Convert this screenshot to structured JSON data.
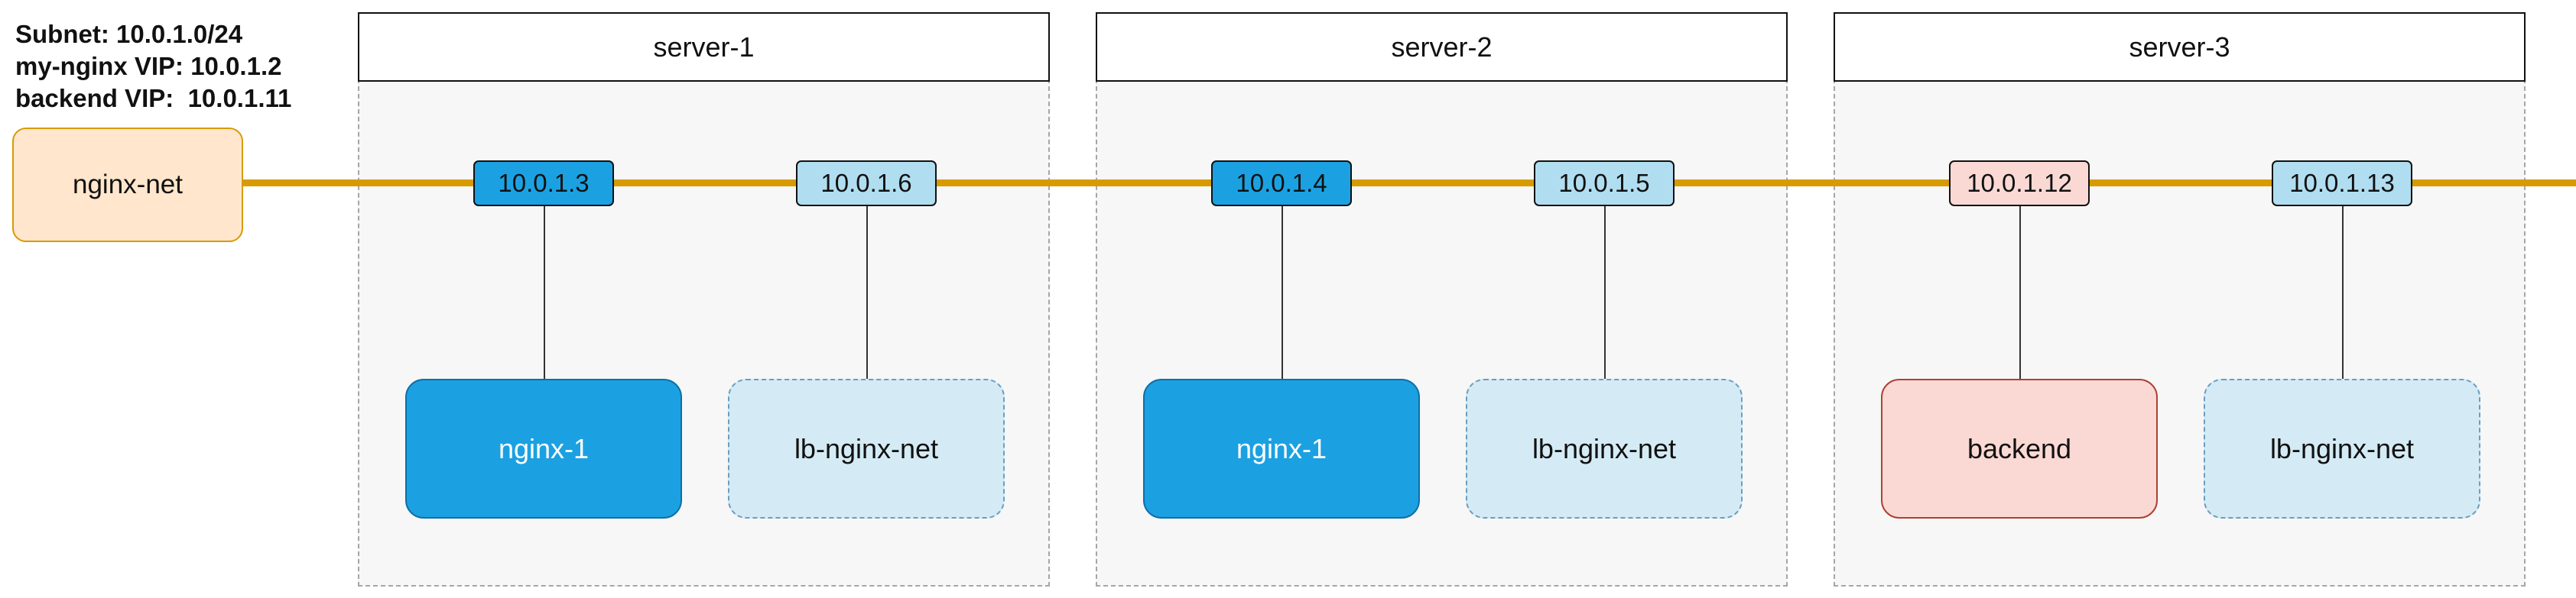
{
  "info": {
    "subnet": "Subnet: 10.0.1.0/24",
    "nginx_vip": "my-nginx VIP: 10.0.1.2",
    "backend_vip": "backend VIP:  10.0.1.11"
  },
  "network": {
    "label": "nginx-net"
  },
  "servers": [
    {
      "title": "server-1",
      "ips": [
        {
          "label": "10.0.1.3"
        },
        {
          "label": "10.0.1.6"
        }
      ],
      "nodes": [
        {
          "label": "nginx-1"
        },
        {
          "label": "lb-nginx-net"
        }
      ]
    },
    {
      "title": "server-2",
      "ips": [
        {
          "label": "10.0.1.4"
        },
        {
          "label": "10.0.1.5"
        }
      ],
      "nodes": [
        {
          "label": "nginx-1"
        },
        {
          "label": "lb-nginx-net"
        }
      ]
    },
    {
      "title": "server-3",
      "ips": [
        {
          "label": "10.0.1.12"
        },
        {
          "label": "10.0.1.13"
        }
      ],
      "nodes": [
        {
          "label": "backend"
        },
        {
          "label": "lb-nginx-net"
        }
      ]
    }
  ],
  "colors": {
    "network_line": "#d79b00",
    "network_fill": "#ffe6cc",
    "container_primary": "#1ba1e2",
    "load_balancer": "#b1ddf0",
    "backend": "#fad9d5"
  }
}
